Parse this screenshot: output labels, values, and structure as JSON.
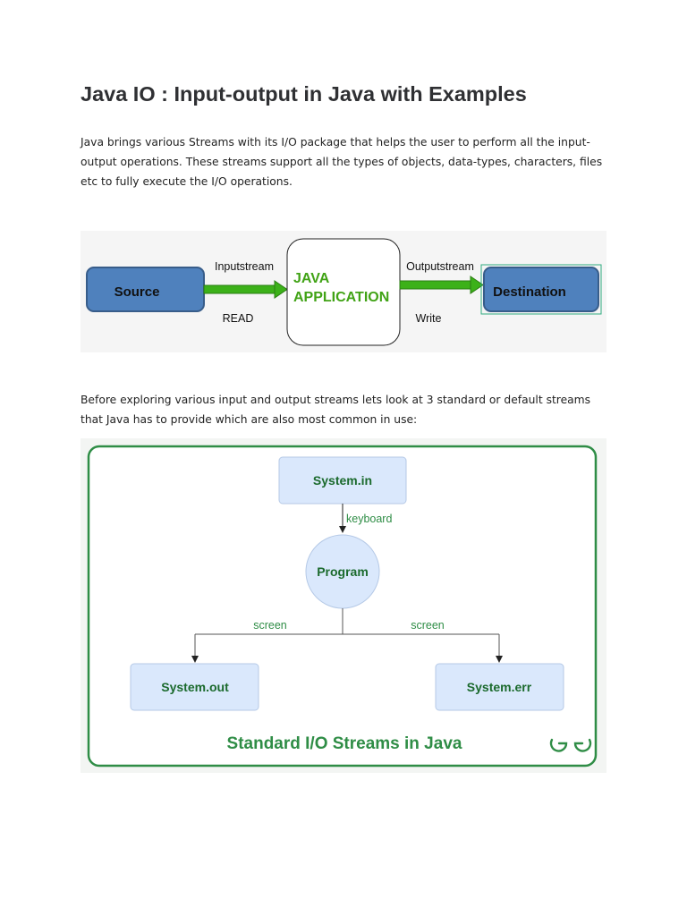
{
  "article": {
    "title": "Java IO : Input-output in Java with Examples",
    "intro": "Java brings various Streams with its I/O package that helps the user to perform all the input-output operations. These streams support all the types of objects, data-types, characters, files etc to fully execute the I/O operations.",
    "lead_in": "Before exploring various input and output streams lets look at 3 standard or default streams that Java has to provide which are also most common in use:"
  },
  "diagram1": {
    "source": "Source",
    "app_line1": "JAVA",
    "app_line2": "APPLICATION",
    "destination": "Destination",
    "input_label": "Inputstream",
    "output_label": "Outputstream",
    "read_label": "READ",
    "write_label": "Write",
    "colors": {
      "box_fill": "#4f81bd",
      "box_stroke": "#385d8a",
      "arrow": "#3cb119",
      "app_text": "#41a316"
    }
  },
  "diagram2": {
    "system_in": "System.in",
    "keyboard": "keyboard",
    "program": "Program",
    "screen_left": "screen",
    "screen_right": "screen",
    "system_out": "System.out",
    "system_err": "System.err",
    "caption": "Standard I/O Streams in Java",
    "logo": "GfG",
    "colors": {
      "frame": "#2f8d46",
      "box_fill": "#dae8fc",
      "label": "#2f8d46"
    }
  }
}
